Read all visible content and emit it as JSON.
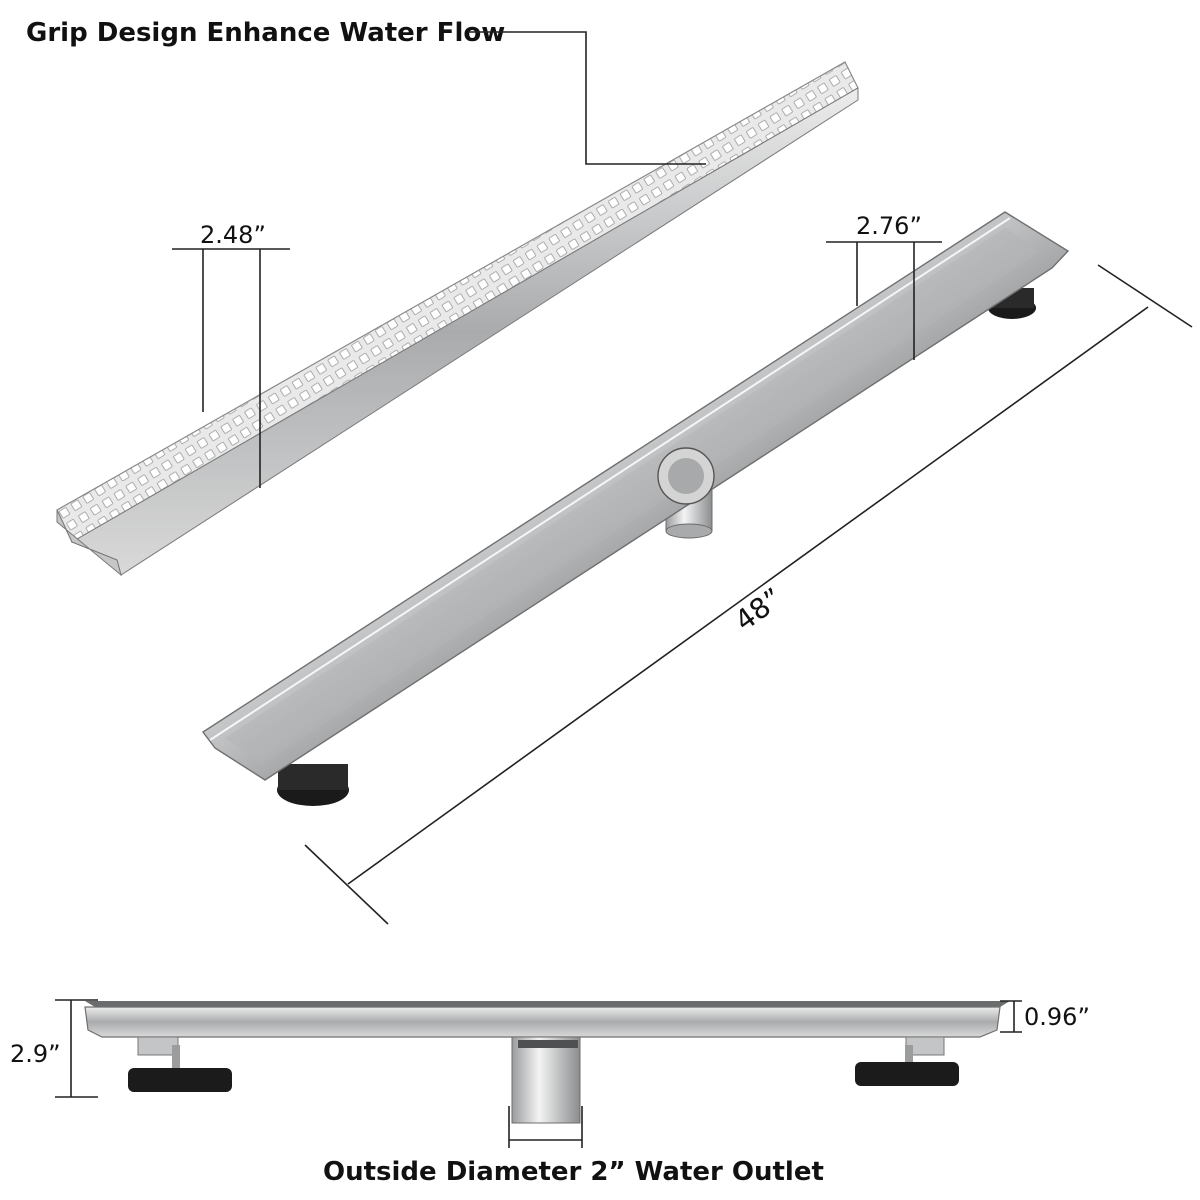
{
  "labels": {
    "grate_feature": "Grip Design Enhance Water Flow",
    "grate_width": "2.48”",
    "channel_width": "2.76”",
    "length": "48”",
    "total_height": "2.9”",
    "channel_depth": "0.96”",
    "outlet": "Outside Diameter 2” Water Outlet"
  },
  "colors": {
    "steel_light": "#f2f2f2",
    "steel_mid": "#b9bbbd",
    "steel_dark": "#5d5f61",
    "foot": "#1a1a1a",
    "line": "#222222"
  }
}
